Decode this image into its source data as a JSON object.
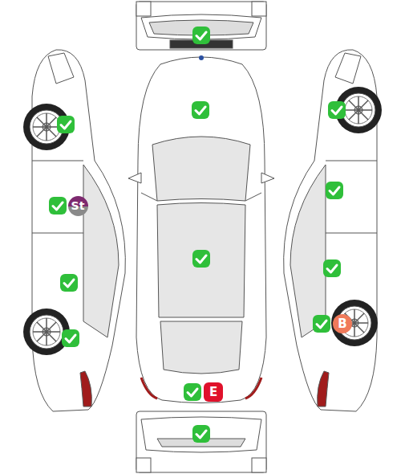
{
  "diagram": {
    "nodes": [
      {
        "text": [
          "St"
        ]
      },
      {
        "text": [
          "E"
        ]
      },
      {
        "text": [
          "B"
        ]
      }
    ]
  }
}
